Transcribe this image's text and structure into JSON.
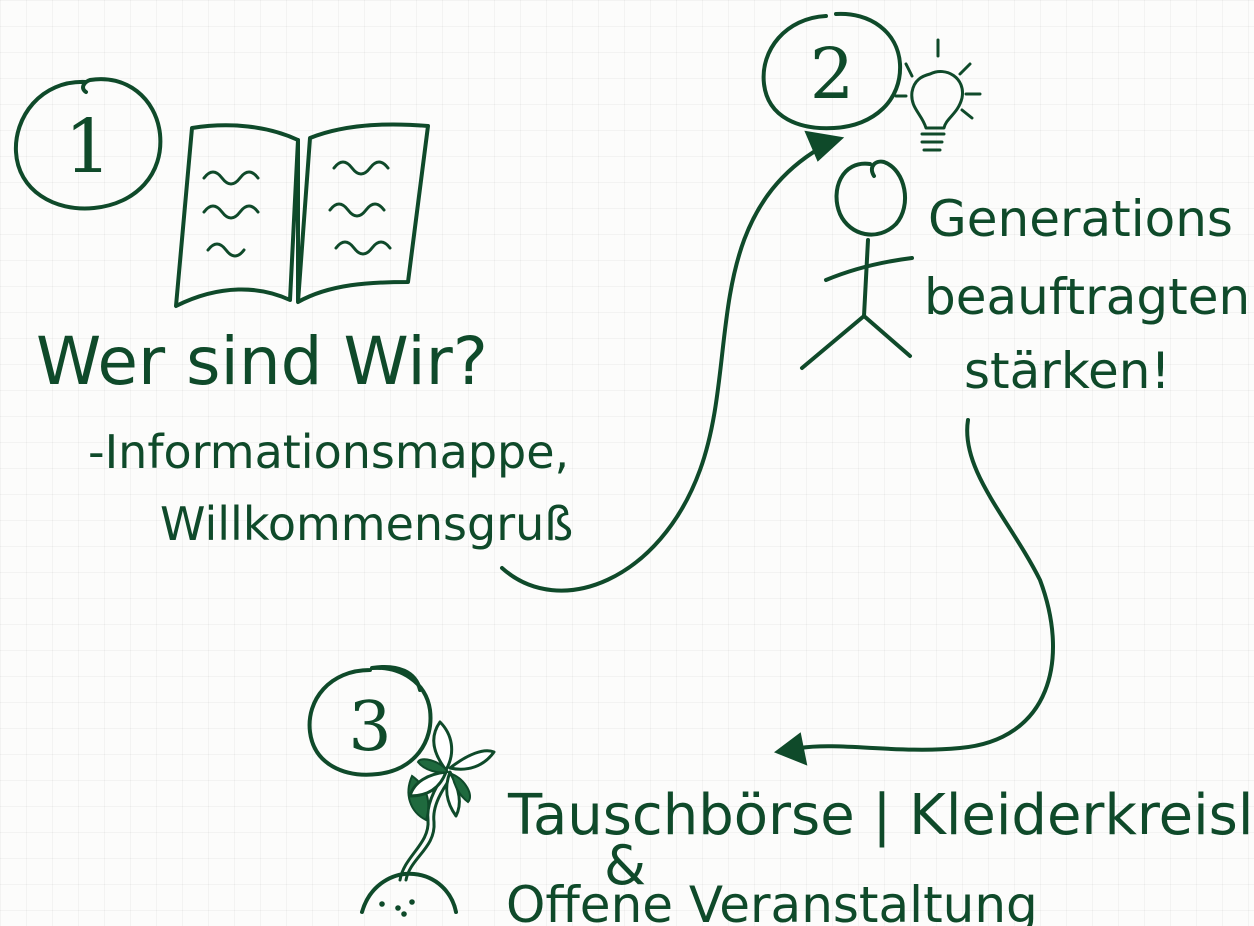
{
  "steps": [
    {
      "number": "1",
      "icon": "book-icon",
      "title": "Wer sind Wir?",
      "lines": [
        "-Informationsmappe,",
        "Willkommensgruß"
      ]
    },
    {
      "number": "2",
      "icon": "stick-figure-with-lightbulb-icon",
      "lines": [
        "Generations",
        "beauftragten",
        "stärken!"
      ]
    },
    {
      "number": "3",
      "icon": "flower-sprout-icon",
      "lines": [
        "Tauschbörse | Kleiderkreisl",
        "&",
        "Offene Veranstaltung"
      ]
    }
  ],
  "colors": {
    "ink": "#0f4a2a",
    "paper": "#fcfcfb"
  }
}
